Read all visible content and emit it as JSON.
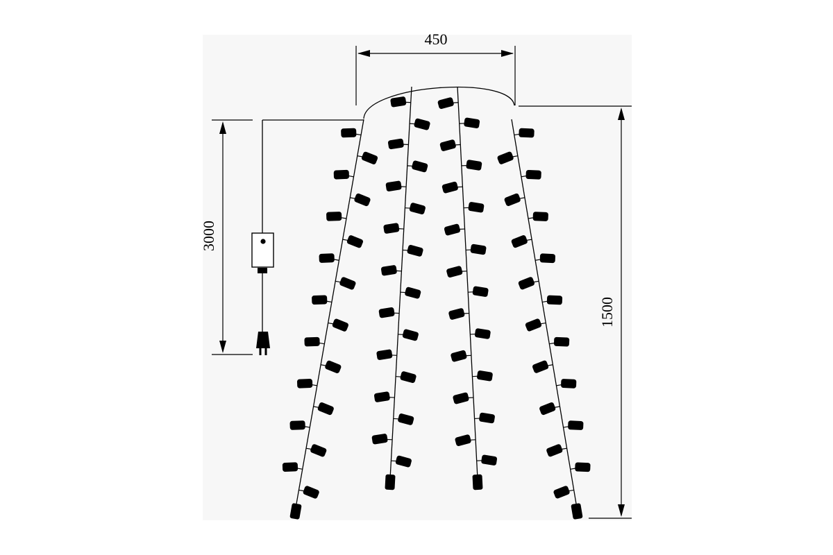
{
  "dimensions": {
    "top_width": "450",
    "cable_length": "3000",
    "drop_height": "1500"
  },
  "icons": {
    "controller": "controller-box-icon",
    "plug": "power-plug-icon",
    "bulb": "led-bulb-icon"
  },
  "colors": {
    "background_panel": "#f7f7f7",
    "ink": "#000000"
  }
}
